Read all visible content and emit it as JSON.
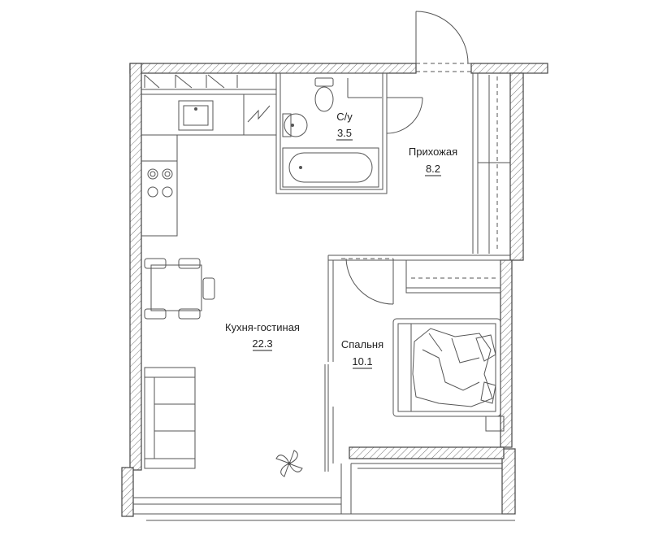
{
  "rooms": {
    "bathroom": {
      "name": "С/у",
      "area": "3.5"
    },
    "hallway": {
      "name": "Прихожая",
      "area": "8.2"
    },
    "living": {
      "name": "Кухня-гостиная",
      "area": "22.3"
    },
    "bedroom": {
      "name": "Спальня",
      "area": "10.1"
    }
  }
}
